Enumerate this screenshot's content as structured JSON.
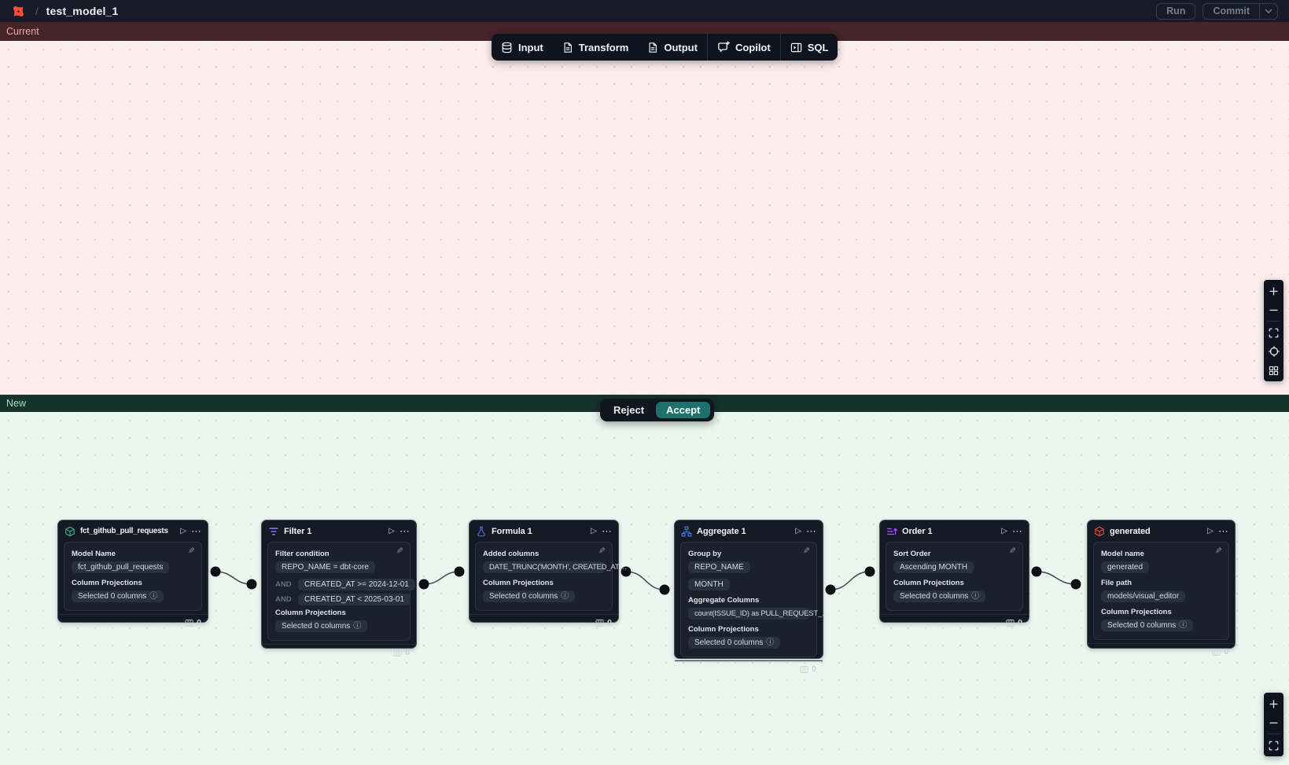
{
  "header": {
    "separator": "/",
    "title": "test_model_1",
    "run_label": "Run",
    "commit_label": "Commit"
  },
  "panels": {
    "current_label": "Current",
    "new_label": "New",
    "reject_label": "Reject",
    "accept_label": "Accept"
  },
  "toolbar": {
    "input_label": "Input",
    "transform_label": "Transform",
    "output_label": "Output",
    "copilot_label": "Copilot",
    "sql_label": "SQL"
  },
  "colors": {
    "accent_teal": "#1d706b",
    "current_bar_bg": "#45242a",
    "new_bar_bg": "#15322b",
    "logo_orange": "#ff4f38"
  },
  "icons": {
    "toolbar": [
      "database-icon",
      "file-icon",
      "file-icon",
      "copilot-chat-icon",
      "sql-panel-icon"
    ],
    "controls": [
      "zoom-in",
      "zoom-out",
      "fit-view",
      "center-view",
      "tidy-layout"
    ]
  },
  "nodes": [
    {
      "title": "fct_github_pull_requests",
      "icon": "model-cube-icon-green",
      "model_name_label": "Model Name",
      "model_name_value": "fct_github_pull_requests",
      "projections_label": "Column Projections",
      "projections_value": "Selected 0 columns",
      "row_count": "0"
    },
    {
      "title": "Filter 1",
      "icon": "filter-icon-purple",
      "condition_label": "Filter condition",
      "and_label": "AND",
      "conditions": [
        "REPO_NAME = dbt-core",
        "CREATED_AT >= 2024-12-01",
        "CREATED_AT < 2025-03-01"
      ],
      "projections_label": "Column Projections",
      "projections_value": "Selected 0 columns",
      "row_count": "0"
    },
    {
      "title": "Formula 1",
      "icon": "formula-flask-icon-indigo",
      "added_columns_label": "Added columns",
      "added_columns_value": "DATE_TRUNC('MONTH', CREATED_AT…",
      "projections_label": "Column Projections",
      "projections_value": "Selected 0 columns",
      "row_count": "0"
    },
    {
      "title": "Aggregate 1",
      "icon": "aggregate-sitemap-icon-blue",
      "group_by_label": "Group by",
      "group_by_values": [
        "REPO_NAME",
        "MONTH"
      ],
      "aggregate_label": "Aggregate Columns",
      "aggregate_value": "count(ISSUE_ID) as PULL_REQUEST_…",
      "projections_label": "Column Projections",
      "projections_value": "Selected 0 columns",
      "row_count": "0"
    },
    {
      "title": "Order 1",
      "icon": "sort-icon-violet",
      "sort_label": "Sort Order",
      "sort_value": "Ascending MONTH",
      "projections_label": "Column Projections",
      "projections_value": "Selected 0 columns",
      "row_count": "0"
    },
    {
      "title": "generated",
      "icon": "model-cube-icon-red",
      "model_name_label": "Model name",
      "model_name_value": "generated",
      "file_path_label": "File path",
      "file_path_value": "models/visual_editor",
      "projections_label": "Column Projections",
      "projections_value": "Selected 0 columns",
      "row_count": "0"
    }
  ]
}
